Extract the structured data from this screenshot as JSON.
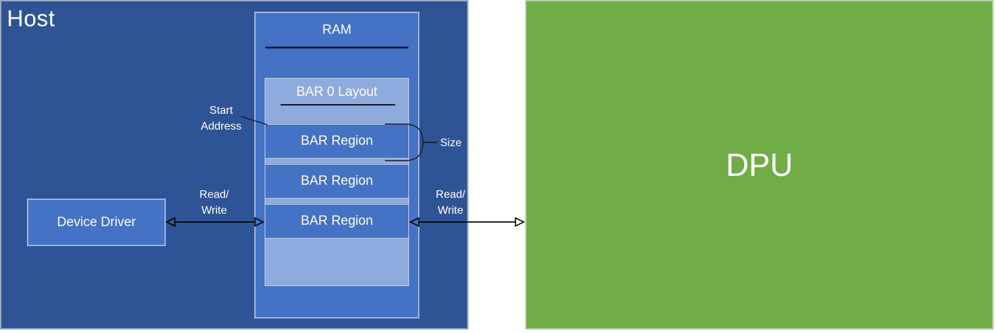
{
  "host": {
    "title": "Host"
  },
  "ram": {
    "title": "RAM",
    "bar_layout": {
      "title": "BAR 0 Layout",
      "regions": [
        {
          "label": "BAR Region"
        },
        {
          "label": "BAR Region"
        },
        {
          "label": "BAR Region"
        }
      ]
    }
  },
  "device_driver": {
    "label": "Device Driver"
  },
  "dpu": {
    "label": "DPU"
  },
  "annotations": {
    "start_address": "Start\nAddress",
    "size": "Size",
    "read_write_host": "Read/\nWrite",
    "read_write_dpu": "Read/\nWrite"
  },
  "colors": {
    "host_background": "#2F5496",
    "box_blue": "#4472C4",
    "bar_container_light_blue": "#8FAADC",
    "dpu_green": "#70AD47",
    "label_text": "#FFFFFF",
    "connector_lines": "#000000"
  }
}
